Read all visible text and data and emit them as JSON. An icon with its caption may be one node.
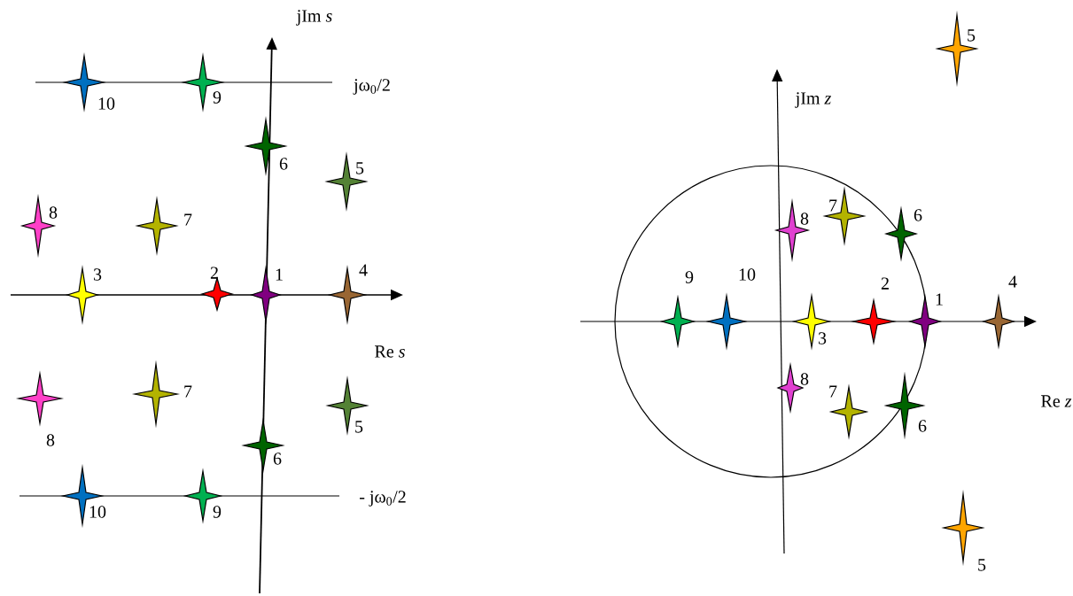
{
  "diagram": {
    "nodes": [
      {
        "text": [],
        "shape": "star",
        "beside": [
          "10"
        ]
      },
      {
        "text": [],
        "shape": "star",
        "beside": [
          "9"
        ]
      },
      {
        "text": [],
        "shape": "star",
        "beside": [
          "6"
        ]
      },
      {
        "text": [],
        "shape": "star",
        "beside": [
          "5"
        ]
      },
      {
        "text": [],
        "shape": "star",
        "beside": [
          "8"
        ]
      },
      {
        "text": [],
        "shape": "star",
        "beside": [
          "7"
        ]
      },
      {
        "text": [],
        "shape": "star",
        "beside": [
          "3"
        ]
      },
      {
        "text": [],
        "shape": "star",
        "beside": [
          "2"
        ]
      },
      {
        "text": [],
        "shape": "star",
        "beside": [
          "1"
        ]
      },
      {
        "text": [],
        "shape": "star",
        "beside": [
          "4"
        ]
      },
      {
        "text": [],
        "shape": "star",
        "beside": [
          "8"
        ]
      },
      {
        "text": [],
        "shape": "star",
        "beside": [
          "7"
        ]
      },
      {
        "text": [],
        "shape": "star",
        "beside": [
          "5"
        ]
      },
      {
        "text": [],
        "shape": "star",
        "beside": [
          "6"
        ]
      },
      {
        "text": [],
        "shape": "star",
        "beside": [
          "10"
        ]
      },
      {
        "text": [],
        "shape": "star",
        "beside": [
          "9"
        ]
      },
      {
        "text": [],
        "shape": "star",
        "beside": [
          "5"
        ]
      },
      {
        "text": [],
        "shape": "star",
        "beside": [
          "7"
        ]
      },
      {
        "text": [],
        "shape": "star",
        "beside": [
          "8"
        ]
      },
      {
        "text": [],
        "shape": "star",
        "beside": [
          "6"
        ]
      },
      {
        "text": [],
        "shape": "star",
        "beside": [
          "9"
        ]
      },
      {
        "text": [],
        "shape": "star",
        "beside": [
          "10"
        ]
      },
      {
        "text": [],
        "shape": "star",
        "beside": [
          "3"
        ]
      },
      {
        "text": [],
        "shape": "star",
        "beside": [
          "2"
        ]
      },
      {
        "text": [],
        "shape": "star",
        "beside": [
          "1"
        ]
      },
      {
        "text": [],
        "shape": "star",
        "beside": [
          "4"
        ]
      },
      {
        "text": [],
        "shape": "star",
        "beside": [
          "8"
        ]
      },
      {
        "text": [],
        "shape": "star",
        "beside": [
          "7"
        ]
      },
      {
        "text": [],
        "shape": "star",
        "beside": [
          "6"
        ]
      },
      {
        "text": [],
        "shape": "star",
        "beside": [
          "5"
        ]
      }
    ],
    "labels": [
      "jIm *s*",
      "jω$_{0}$/2",
      "Re *s*",
      "- jω$_{0}$/2",
      "jIm *z*",
      "Re *z*"
    ]
  }
}
